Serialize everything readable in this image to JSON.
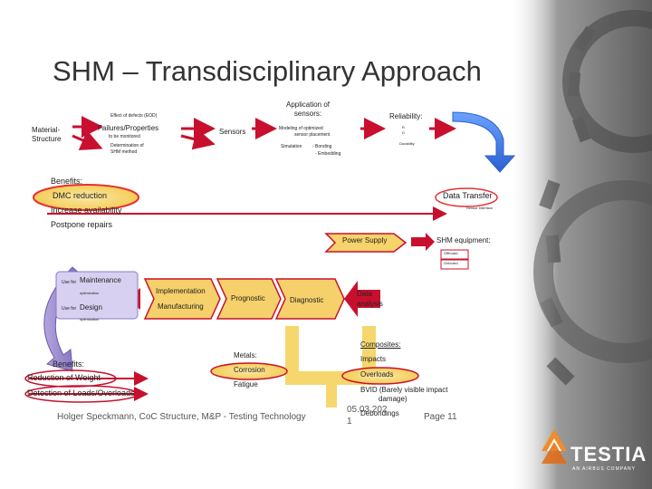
{
  "title": "SHM – Transdisciplinary Approach",
  "top": {
    "effect_of_defects": "Effect of defects (EOD)",
    "material_structure": [
      "Material-",
      "Structure"
    ],
    "failures_properties": "Failures/Properties",
    "to_be_monitored": "to be monitored",
    "determination": [
      "Determination of",
      "SHM method"
    ],
    "sensors": "Sensors",
    "application_of_sensors": [
      "Application of",
      "sensors:"
    ],
    "modeling": [
      "Modeling of optimized",
      "sensor placement"
    ],
    "simulation": "Simulation",
    "bonding": "- Bonding",
    "embedding": "- Embedding",
    "reliability": "Reliability:",
    "rel_small_1": "R",
    "rel_small_2": "D",
    "durability": "Durability"
  },
  "benefits_top": {
    "heading": "Benefits:",
    "dmc_reduction": "DMC reduction",
    "increase_availability": "Increase availability",
    "postpone_repairs": "Postpone repairs"
  },
  "right_side": {
    "data_transfer": "Data Transfer",
    "sensor_interface": "Sensor interface",
    "power_supply": "Power Supply",
    "shm_equipment": "SHM equipment:",
    "offboard": "Offboard",
    "onboard": "Onboard"
  },
  "middle": {
    "use_for_1": "Use for",
    "maintenance": "Maintenance",
    "optimization_1": "optimization",
    "use_for_2": "Use for",
    "design": "Design",
    "optimization_2": "optimization",
    "implementation": "Implementation",
    "manufacturing": "Manufacturing",
    "prognostic": "Prognostic",
    "diagnostic": "Diagnostic",
    "data_analysis": [
      "Data",
      "analysis"
    ]
  },
  "bottom": {
    "benefits": "Benefits:",
    "reduction_of_weight": "Reduction of Weight",
    "detection_of_loads": "Detection of Loads/Overloads",
    "metals": "Metals:",
    "corrosion": "Corrosion",
    "fatigue": "Fatigue",
    "composites": "Composites:",
    "impacts": "Impacts",
    "overloads": "Overloads",
    "bvid": [
      "BVID (Barely visible impact",
      "damage)"
    ],
    "debondings": "Debondings"
  },
  "footer": {
    "author": "Holger Speckmann, CoC Structure, M&P - Testing Technology",
    "date_line_1": "05.03.202",
    "date_line_2": "1",
    "page": "Page 11"
  },
  "logo": {
    "name": "TESTIA",
    "tagline": "AN AIRBUS COMPANY"
  },
  "colors": {
    "arrow_red": "#c8102e",
    "box_yellow": "#f5d76e",
    "box_red": "#e63030",
    "blue": "#3b78e7",
    "purple": "#8e7cc3",
    "testia_orange": "#f28c28"
  }
}
